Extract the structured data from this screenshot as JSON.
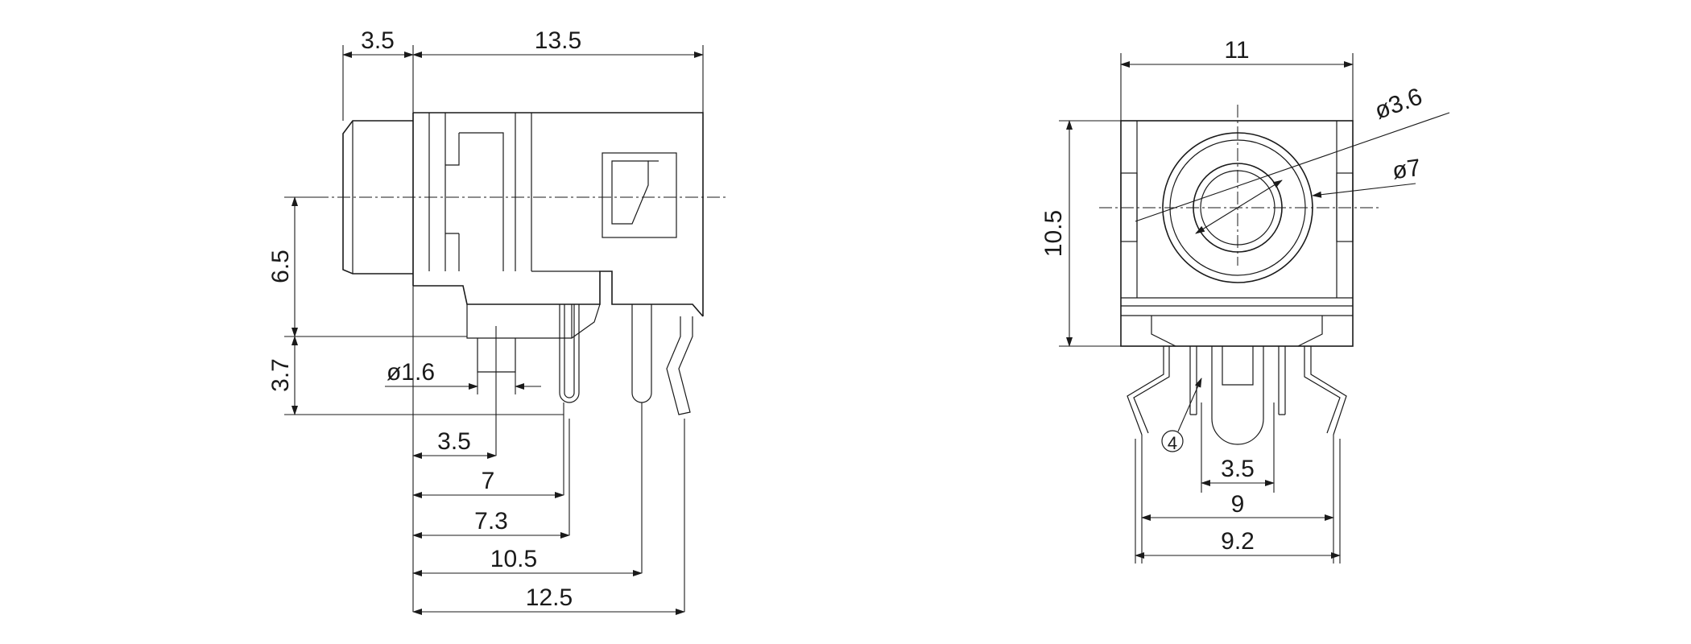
{
  "side_view": {
    "dims": {
      "top_left": "3.5",
      "top_total": "13.5",
      "vertical_upper": "6.5",
      "vertical_lower": "3.7",
      "pin_diameter": "ø1.6",
      "pin1": "3.5",
      "pin2": "7",
      "pin3": "7.3",
      "pin4": "10.5",
      "pin5": "12.5"
    }
  },
  "front_view": {
    "dims": {
      "width_top": "11",
      "height": "10.5",
      "inner_diameter": "ø3.6",
      "outer_diameter": "ø7",
      "callout": "4",
      "pin_gap": "3.5",
      "pin_span": "9",
      "overall_span": "9.2"
    }
  }
}
